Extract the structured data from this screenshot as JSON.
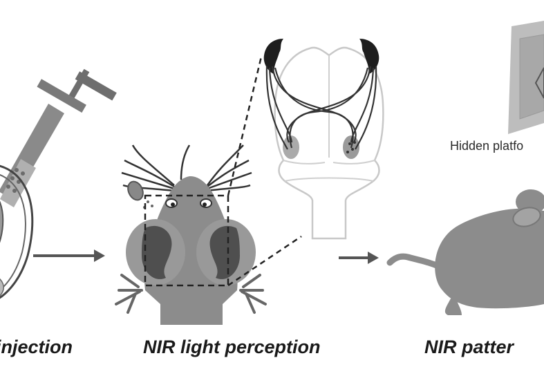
{
  "captions": {
    "injection": "injection",
    "perception": "NIR light perception",
    "pattern": "NIR patter"
  },
  "labels": {
    "hidden_platform": "Hidden platfo"
  },
  "colors": {
    "body_gray": "#8c8c8c",
    "dark_gray": "#555555",
    "line_dark": "#333333",
    "light_gray": "#bdbdbd",
    "outline_light": "#c8c8c8"
  }
}
